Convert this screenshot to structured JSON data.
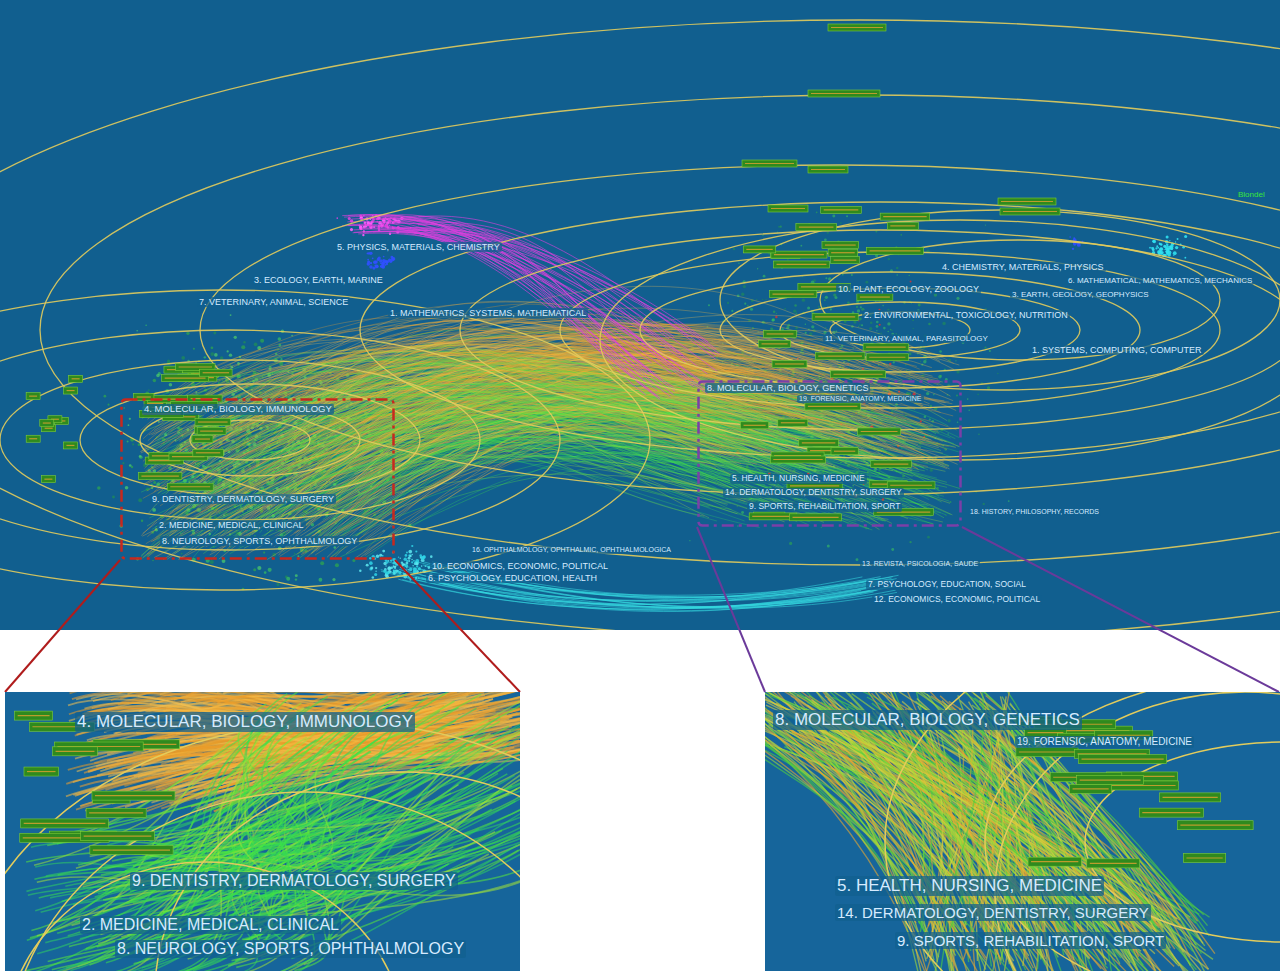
{
  "diagram": {
    "nodes": [
      {
        "text": [
          "4. MOLECULAR, BIOLOGY, IMMUNOLOGY",
          "9. DENTISTRY, DERMATOLOGY, SURGERY",
          "2. MEDICINE, MEDICAL, CLINICAL",
          "8. NEUROLOGY, SPORTS, OPHTHALMOLOGY"
        ]
      },
      {
        "text": [
          "8. MOLECULAR, BIOLOGY, GENETICS",
          "19. FORENSIC, ANATOMY, MEDICINE",
          "5. HEALTH, NURSING, MEDICINE",
          "14. DERMATOLOGY, DENTISTRY, SURGERY",
          "9. SPORTS, REHABILITATION, SPORT"
        ]
      },
      {
        "text": [
          "4. MOLECULAR, BIOLOGY, IMMUNOLOGY",
          "9. DENTISTRY, DERMATOLOGY, SURGERY",
          "2. MEDICINE, MEDICAL, CLINICAL",
          "8. NEUROLOGY, SPORTS, OPHTHALMOLOGY"
        ]
      },
      {
        "text": [
          "8. MOLECULAR, BIOLOGY, GENETICS",
          "19. FORENSIC, ANATOMY, MEDICINE",
          "5. HEALTH, NURSING, MEDICINE",
          "14. DERMATOLOGY, DENTISTRY, SURGERY",
          "9. SPORTS, REHABILITATION, SPORT"
        ]
      }
    ],
    "edges": [
      {
        "from": 0,
        "to": 2,
        "arrow": "none"
      },
      {
        "from": 0,
        "to": 2,
        "arrow": "none"
      },
      {
        "from": 1,
        "to": 3,
        "arrow": "none"
      },
      {
        "from": 1,
        "to": 3,
        "arrow": "none"
      }
    ],
    "labels": [
      "Blondel",
      "5. PHYSICS, MATERIALS, CHEMISTRY",
      "4. CHEMISTRY, MATERIALS, PHYSICS",
      "6. MATHEMATICAL, MATHEMATICS, MECHANICS",
      "3. ECOLOGY, EARTH, MARINE",
      "10. PLANT, ECOLOGY, ZOOLOGY",
      "3. EARTH, GEOLOGY, GEOPHYSICS",
      "7. VETERINARY, ANIMAL, SCIENCE",
      "1. MATHEMATICS, SYSTEMS, MATHEMATICAL",
      "2. ENVIRONMENTAL, TOXICOLOGY, NUTRITION",
      "11. VETERINARY, ANIMAL, PARASITOLOGY",
      "1. SYSTEMS, COMPUTING, COMPUTER",
      "18. HISTORY, PHILOSOPHY, RECORDS",
      "16. OPHTHALMOLOGY, OPHTHALMIC, OPHTHALMOLOGICA",
      "10. ECONOMICS, ECONOMIC, POLITICAL",
      "13. REVISTA, PSICOLOGIA, SAUDE",
      "6. PSYCHOLOGY, EDUCATION, HEALTH",
      "7. PSYCHOLOGY, EDUCATION, SOCIAL",
      "12. ECONOMICS, ECONOMIC, POLITICAL"
    ]
  }
}
